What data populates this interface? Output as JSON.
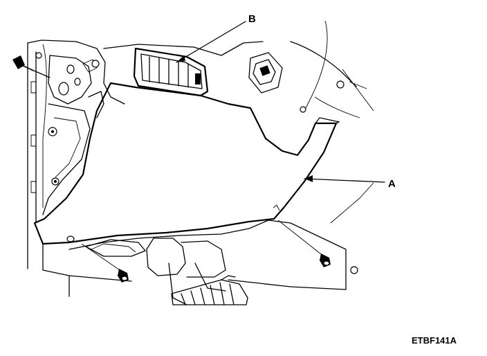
{
  "labels": {
    "b": "B",
    "a": "A",
    "figure_code": "ETBF141A"
  }
}
